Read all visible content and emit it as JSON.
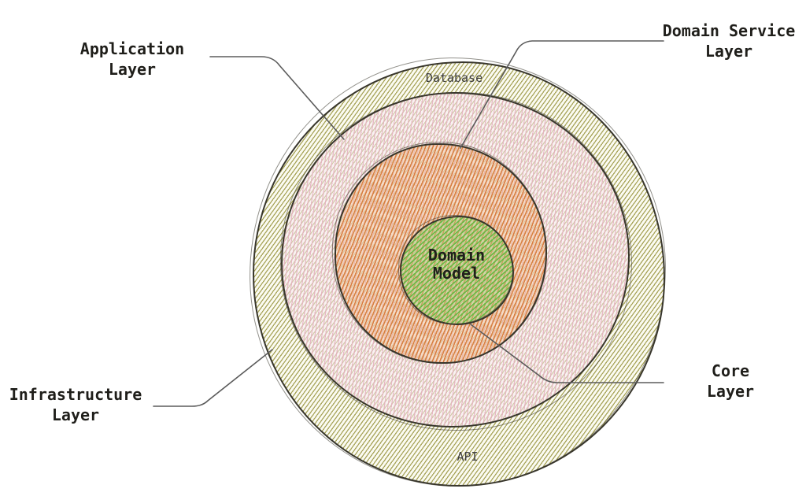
{
  "canvas": {
    "background": "#ffffff"
  },
  "callouts": {
    "application": {
      "line1": "Application",
      "line2": "Layer"
    },
    "domain_service": {
      "line1": "Domain Service",
      "line2": "Layer"
    },
    "infrastructure": {
      "line1": "Infrastructure",
      "line2": "Layer"
    },
    "core": {
      "line1": "Core",
      "line2": "Layer"
    }
  },
  "rings": {
    "infrastructure": {
      "name": "Infrastructure Layer",
      "hatch_color": "#a39f52",
      "top_label": "Database",
      "bottom_label": "API"
    },
    "application": {
      "name": "Application Layer",
      "hatch_color": "#e4b0be"
    },
    "domain_service": {
      "name": "Domain Service Layer",
      "hatch_color": "#d67834"
    },
    "core": {
      "name": "Core Layer",
      "hatch_color": "#64b942",
      "center_label_line1": "Domain",
      "center_label_line2": "Model"
    }
  },
  "colors": {
    "outline": "#38362c",
    "leader_line": "#5b5b5b",
    "callout_text": "#1f1e1a",
    "ring_text": "#3d3d3d"
  }
}
